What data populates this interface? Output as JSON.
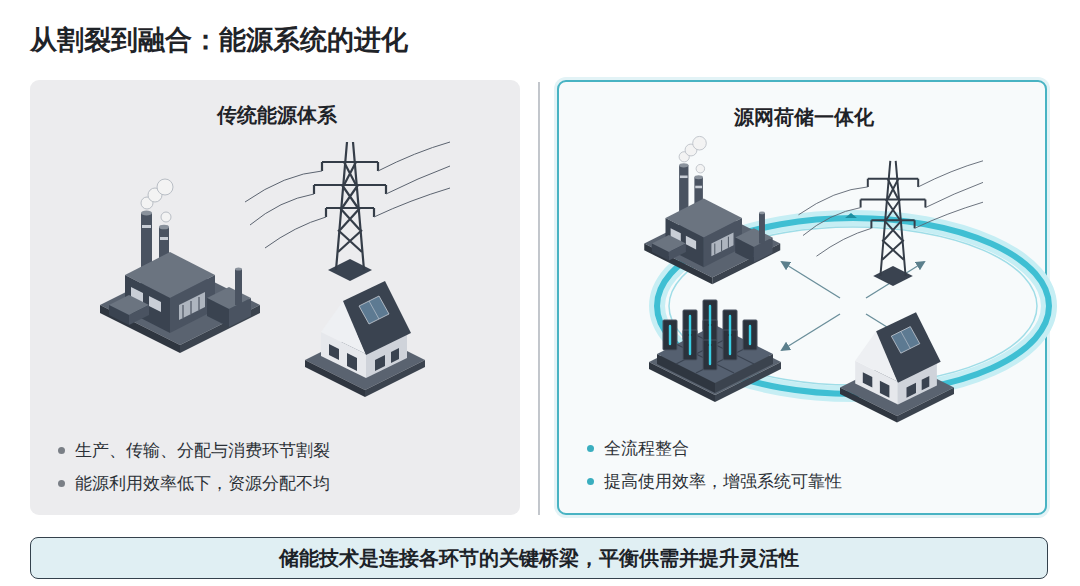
{
  "diagram": {
    "title": "从割裂到融合：能源系统的进化",
    "nodes": [
      {
        "text": [
          "传统能源体系",
          "生产、传输、分配与消费环节割裂",
          "能源利用效率低下，资源分配不均"
        ]
      },
      {
        "text": [
          "源网荷储一体化",
          "全流程整合",
          "提高使用效率，增强系统可靠性"
        ]
      },
      {
        "text": [
          "储能技术是连接各环节的关键桥梁，平衡供需并提升灵活性"
        ]
      }
    ]
  }
}
